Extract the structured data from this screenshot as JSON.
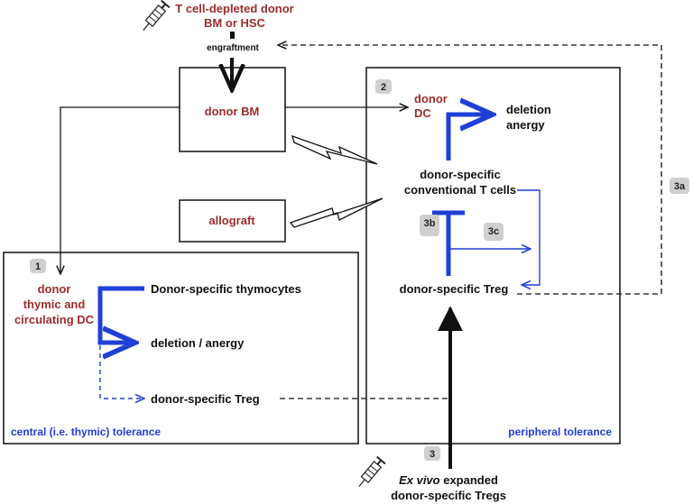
{
  "donor_source": {
    "line1": "T cell-depleted donor",
    "line2": "BM or HSC"
  },
  "engraftment": "engraftment",
  "donor_bm": "donor BM",
  "allograft": "allograft",
  "donor_dc": {
    "line1": "donor",
    "line2": "DC"
  },
  "deletion": "deletion",
  "anergy": "anergy",
  "conventional": {
    "line1": "donor-specific",
    "line2": "conventional T cells"
  },
  "periph_treg": "donor-specific Treg",
  "thymic_dc": {
    "line1": "donor",
    "line2": "thymic and",
    "line3": "circulating DC"
  },
  "thymocytes": "Donor-specific thymocytes",
  "deletion_anergy": "deletion / anergy",
  "central_treg": "donor-specific Treg",
  "central_tolerance": "central (i.e. thymic) tolerance",
  "peripheral_tolerance": "peripheral tolerance",
  "ex_vivo": {
    "italic": "Ex vivo",
    "rest": " expanded",
    "line2": "donor-specific Tregs"
  },
  "badges": {
    "b1": "1",
    "b2": "2",
    "b3": "3",
    "b3a": "3a",
    "b3b": "3b",
    "b3c": "3c"
  },
  "colors": {
    "donor_red": "#9b2c2c",
    "blue": "#1f3fd6",
    "black": "#111111",
    "badge_gray": "#cfcfcf"
  },
  "icons": [
    "syringe-icon",
    "lightning-bolt-icon"
  ]
}
